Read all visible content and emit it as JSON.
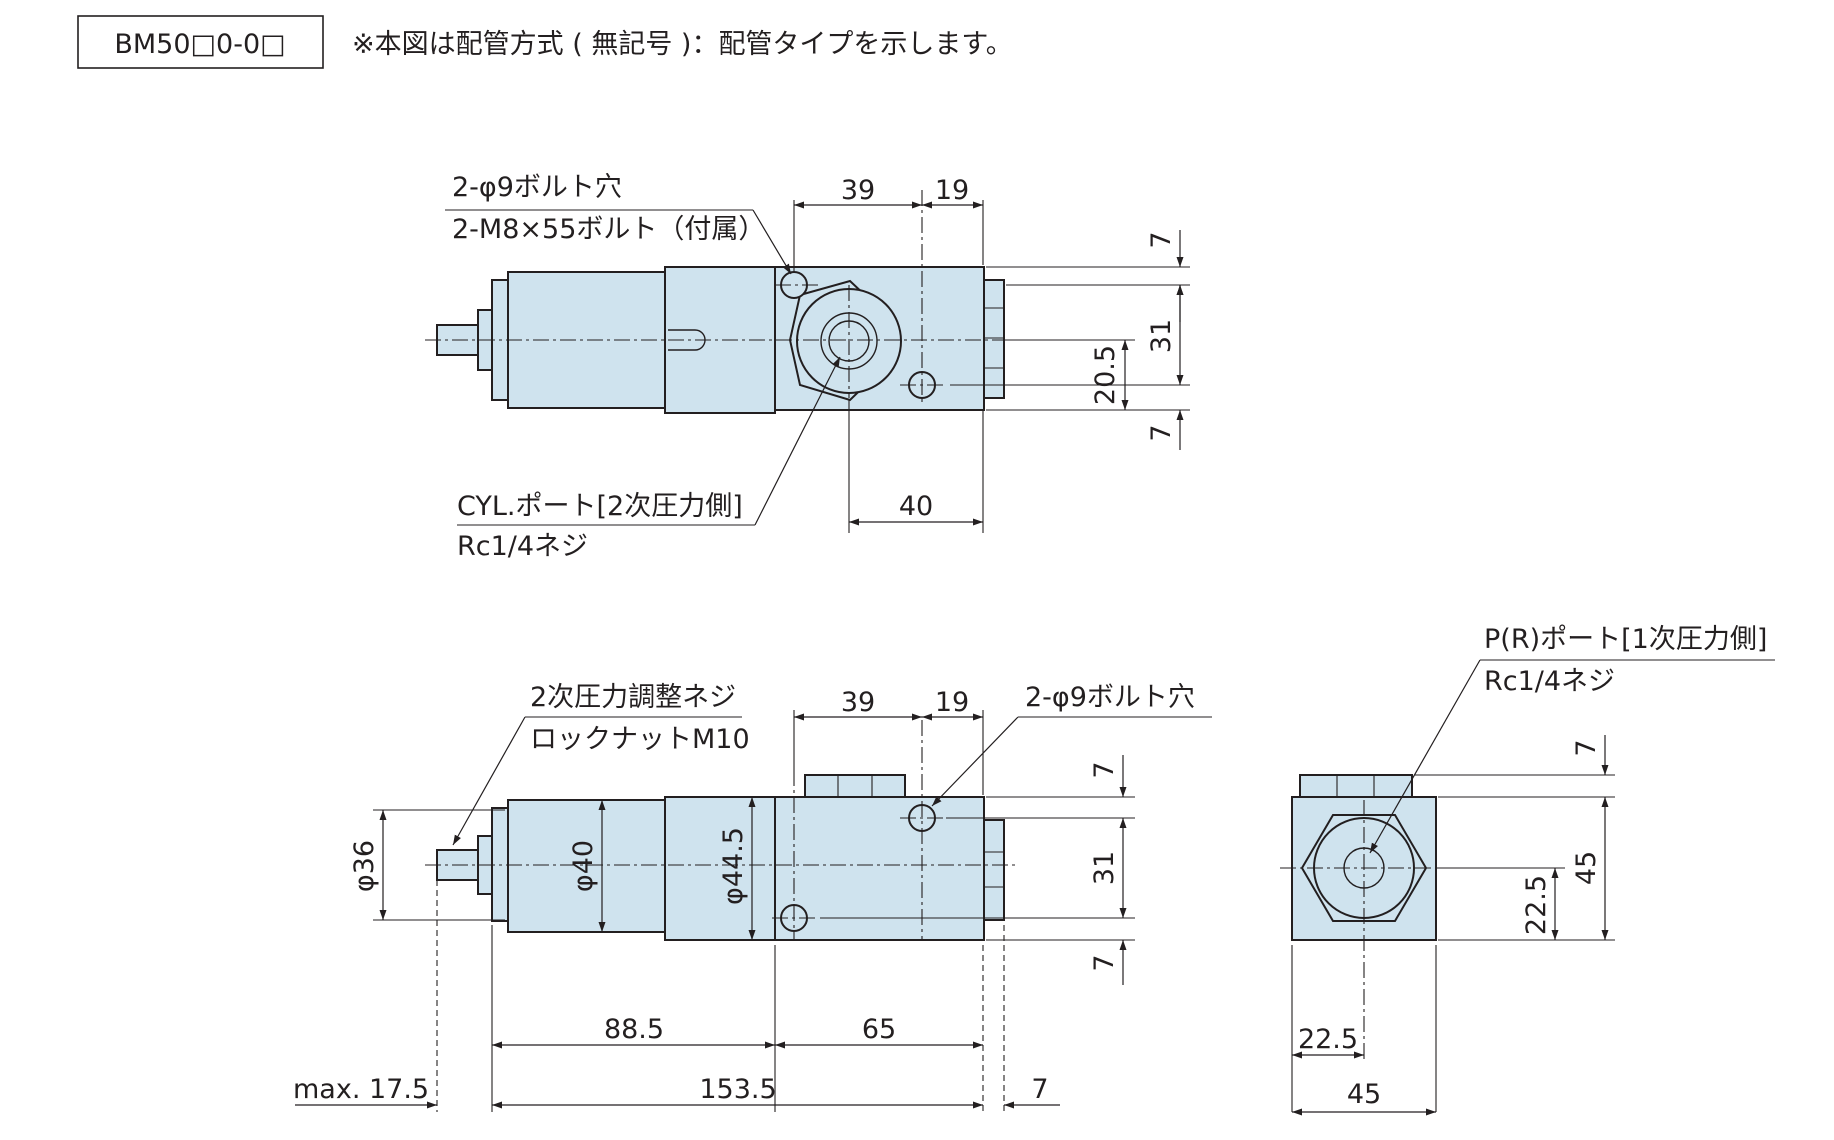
{
  "header": {
    "model_code": "BM50□0-0□",
    "note": "※本図は配管方式 ( 無記号 )：配管タイプを示します。"
  },
  "top_view": {
    "callout_bolt_hole": "2-φ9ボルト穴",
    "callout_bolt": "2-M8×55ボルト（付属）",
    "callout_cyl_port": "CYL.ポート[2次圧力側]",
    "callout_cyl_thread": "Rc1/4ネジ",
    "dim_39": "39",
    "dim_19": "19",
    "dim_7_top": "7",
    "dim_31": "31",
    "dim_20_5": "20.5",
    "dim_7_bottom": "7",
    "dim_40": "40"
  },
  "front_view": {
    "callout_adjust": "2次圧力調整ネジ",
    "callout_locknut": "ロックナットM10",
    "callout_bolt_hole": "2-φ9ボルト穴",
    "dim_39": "39",
    "dim_19": "19",
    "dim_phi36": "φ36",
    "dim_phi40": "φ40",
    "dim_phi44_5": "φ44.5",
    "dim_7_top": "7",
    "dim_31": "31",
    "dim_7_bottom": "7",
    "dim_88_5": "88.5",
    "dim_65": "65",
    "dim_max17_5": "max. 17.5",
    "dim_153_5": "153.5",
    "dim_7_right": "7"
  },
  "side_view": {
    "callout_pr_port": "P(R)ポート[1次圧力側]",
    "callout_pr_thread": "Rc1/4ネジ",
    "dim_7": "7",
    "dim_45_height": "45",
    "dim_22_5_height": "22.5",
    "dim_22_5_width": "22.5",
    "dim_45_width": "45"
  },
  "colors": {
    "body_fill": "#cfe3ee",
    "line": "#231f20",
    "background": "#ffffff"
  }
}
